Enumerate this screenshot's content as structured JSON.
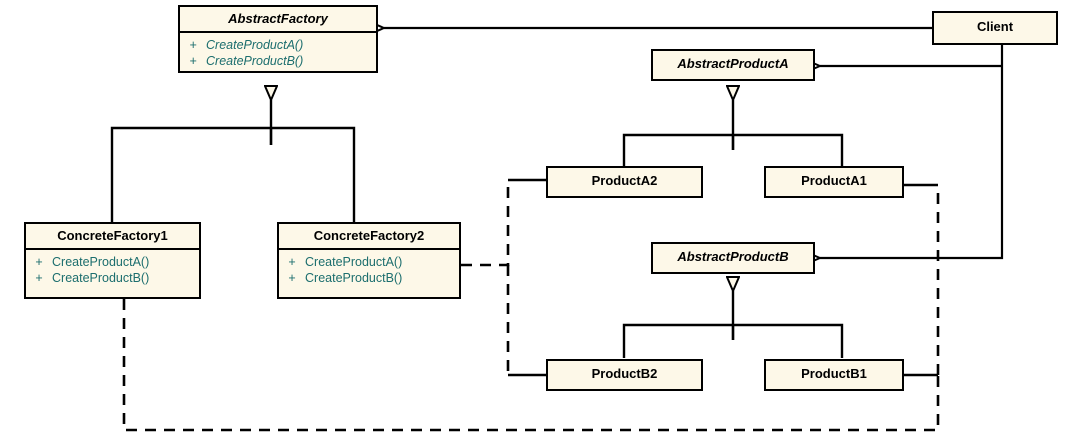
{
  "diagram": {
    "title": "Abstract Factory pattern class diagram",
    "type": "uml-class-diagram",
    "colors": {
      "box_fill": "#fdf8e8",
      "box_border": "#000000",
      "member_text": "#1c6e6e",
      "title_text": "#000000",
      "canvas": "#ffffff"
    }
  },
  "classes": {
    "abstract_factory": {
      "name": "AbstractFactory",
      "stereotype": "abstract",
      "members": [
        {
          "visibility": "+",
          "name": "CreateProductA()"
        },
        {
          "visibility": "+",
          "name": "CreateProductB()"
        }
      ]
    },
    "concrete_factory1": {
      "name": "ConcreteFactory1",
      "stereotype": "concrete",
      "members": [
        {
          "visibility": "+",
          "name": "CreateProductA()"
        },
        {
          "visibility": "+",
          "name": "CreateProductB()"
        }
      ]
    },
    "concrete_factory2": {
      "name": "ConcreteFactory2",
      "stereotype": "concrete",
      "members": [
        {
          "visibility": "+",
          "name": "CreateProductA()"
        },
        {
          "visibility": "+",
          "name": "CreateProductB()"
        }
      ]
    },
    "abstract_product_a": {
      "name": "AbstractProductA",
      "stereotype": "abstract",
      "members": []
    },
    "product_a1": {
      "name": "ProductA1",
      "stereotype": "concrete",
      "members": []
    },
    "product_a2": {
      "name": "ProductA2",
      "stereotype": "concrete",
      "members": []
    },
    "abstract_product_b": {
      "name": "AbstractProductB",
      "stereotype": "abstract",
      "members": []
    },
    "product_b1": {
      "name": "ProductB1",
      "stereotype": "concrete",
      "members": []
    },
    "product_b2": {
      "name": "ProductB2",
      "stereotype": "concrete",
      "members": []
    },
    "client": {
      "name": "Client",
      "stereotype": "concrete",
      "members": []
    }
  },
  "relationships": [
    {
      "kind": "generalization",
      "from": "ConcreteFactory1",
      "to": "AbstractFactory"
    },
    {
      "kind": "generalization",
      "from": "ConcreteFactory2",
      "to": "AbstractFactory"
    },
    {
      "kind": "generalization",
      "from": "ProductA1",
      "to": "AbstractProductA"
    },
    {
      "kind": "generalization",
      "from": "ProductA2",
      "to": "AbstractProductA"
    },
    {
      "kind": "generalization",
      "from": "ProductB1",
      "to": "AbstractProductB"
    },
    {
      "kind": "generalization",
      "from": "ProductB2",
      "to": "AbstractProductB"
    },
    {
      "kind": "association",
      "from": "Client",
      "to": "AbstractFactory"
    },
    {
      "kind": "association",
      "from": "Client",
      "to": "AbstractProductA"
    },
    {
      "kind": "association",
      "from": "Client",
      "to": "AbstractProductB"
    },
    {
      "kind": "dependency",
      "from": "ConcreteFactory2",
      "to": "ProductA2"
    },
    {
      "kind": "dependency",
      "from": "ConcreteFactory2",
      "to": "ProductB2"
    },
    {
      "kind": "dependency",
      "from": "ConcreteFactory1",
      "to": "ProductA1"
    },
    {
      "kind": "dependency",
      "from": "ConcreteFactory1",
      "to": "ProductB1"
    }
  ]
}
